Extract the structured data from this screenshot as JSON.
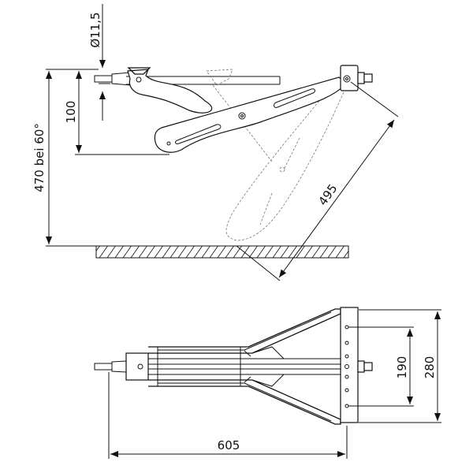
{
  "title": "Scissor jack dimension drawing",
  "side_view": {
    "dim_rod_diameter": "Ø11,5",
    "dim_drop": "100",
    "dim_height": "470 bei 60°",
    "dim_arm_length": "495"
  },
  "top_view": {
    "dim_inner_holes": "190",
    "dim_plate_width": "280",
    "dim_total_length": "605"
  }
}
